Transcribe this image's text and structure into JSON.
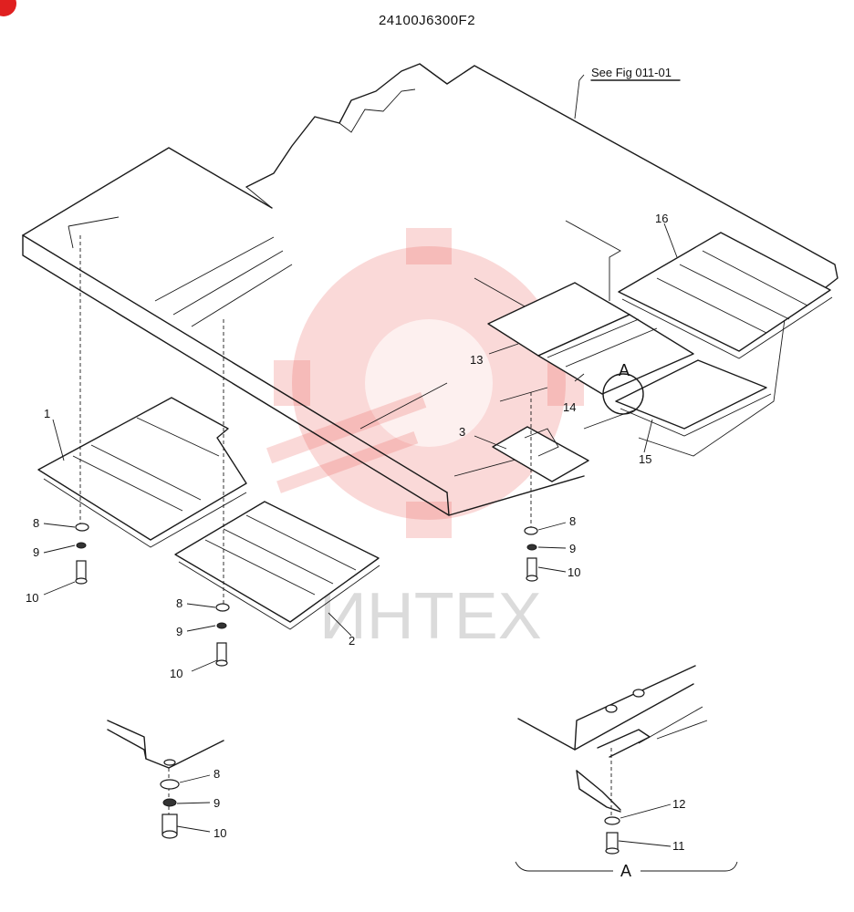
{
  "title": "24100J6300F2",
  "reference_note": "See Fig 011-01",
  "watermark_text": "ИНТЕХ",
  "callouts": {
    "c1": "1",
    "c2": "2",
    "c3": "3",
    "c13": "13",
    "c14": "14",
    "c15": "15",
    "c16": "16",
    "c8a": "8",
    "c9a": "9",
    "c10a": "10",
    "c8b": "8",
    "c9b": "9",
    "c10b": "10",
    "c8c": "8",
    "c9c": "9",
    "c10c": "10",
    "c8d": "8",
    "c9d": "9",
    "c10d": "10",
    "c11": "11",
    "c12": "12",
    "detail_a": "A",
    "detail_a_view": "A"
  },
  "colors": {
    "watermark_gear": "#e8504f",
    "watermark_text": "#9a9a9a",
    "corner_badge": "#e02020"
  }
}
